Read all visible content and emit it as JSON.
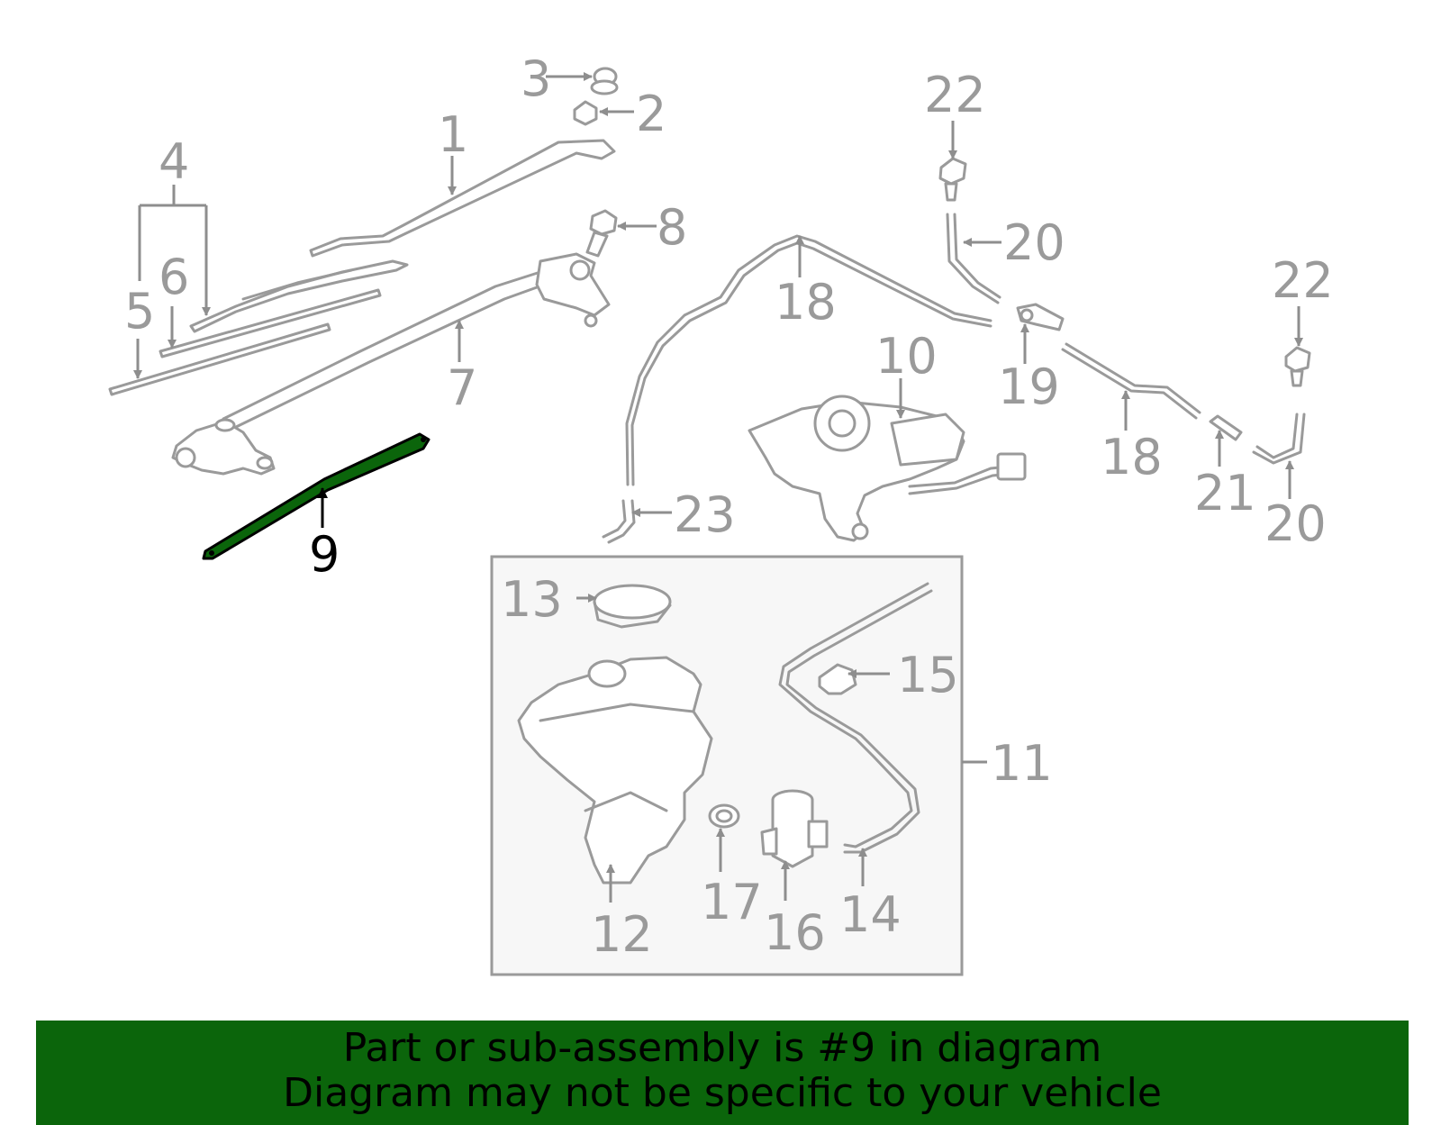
{
  "callouts": {
    "c1": "1",
    "c2": "2",
    "c3": "3",
    "c4": "4",
    "c5": "5",
    "c6": "6",
    "c7": "7",
    "c8": "8",
    "c9": "9",
    "c10": "10",
    "c11": "11",
    "c12": "12",
    "c13": "13",
    "c14": "14",
    "c15": "15",
    "c16": "16",
    "c17": "17",
    "c18a": "18",
    "c18b": "18",
    "c19": "19",
    "c20a": "20",
    "c20b": "20",
    "c21": "21",
    "c22a": "22",
    "c22b": "22",
    "c23": "23"
  },
  "highlight": {
    "part": "9",
    "color": "#0b650b"
  },
  "banner": {
    "line1": "Part or sub-assembly is #9 in diagram",
    "line2": "Diagram may not be specific to your vehicle"
  }
}
